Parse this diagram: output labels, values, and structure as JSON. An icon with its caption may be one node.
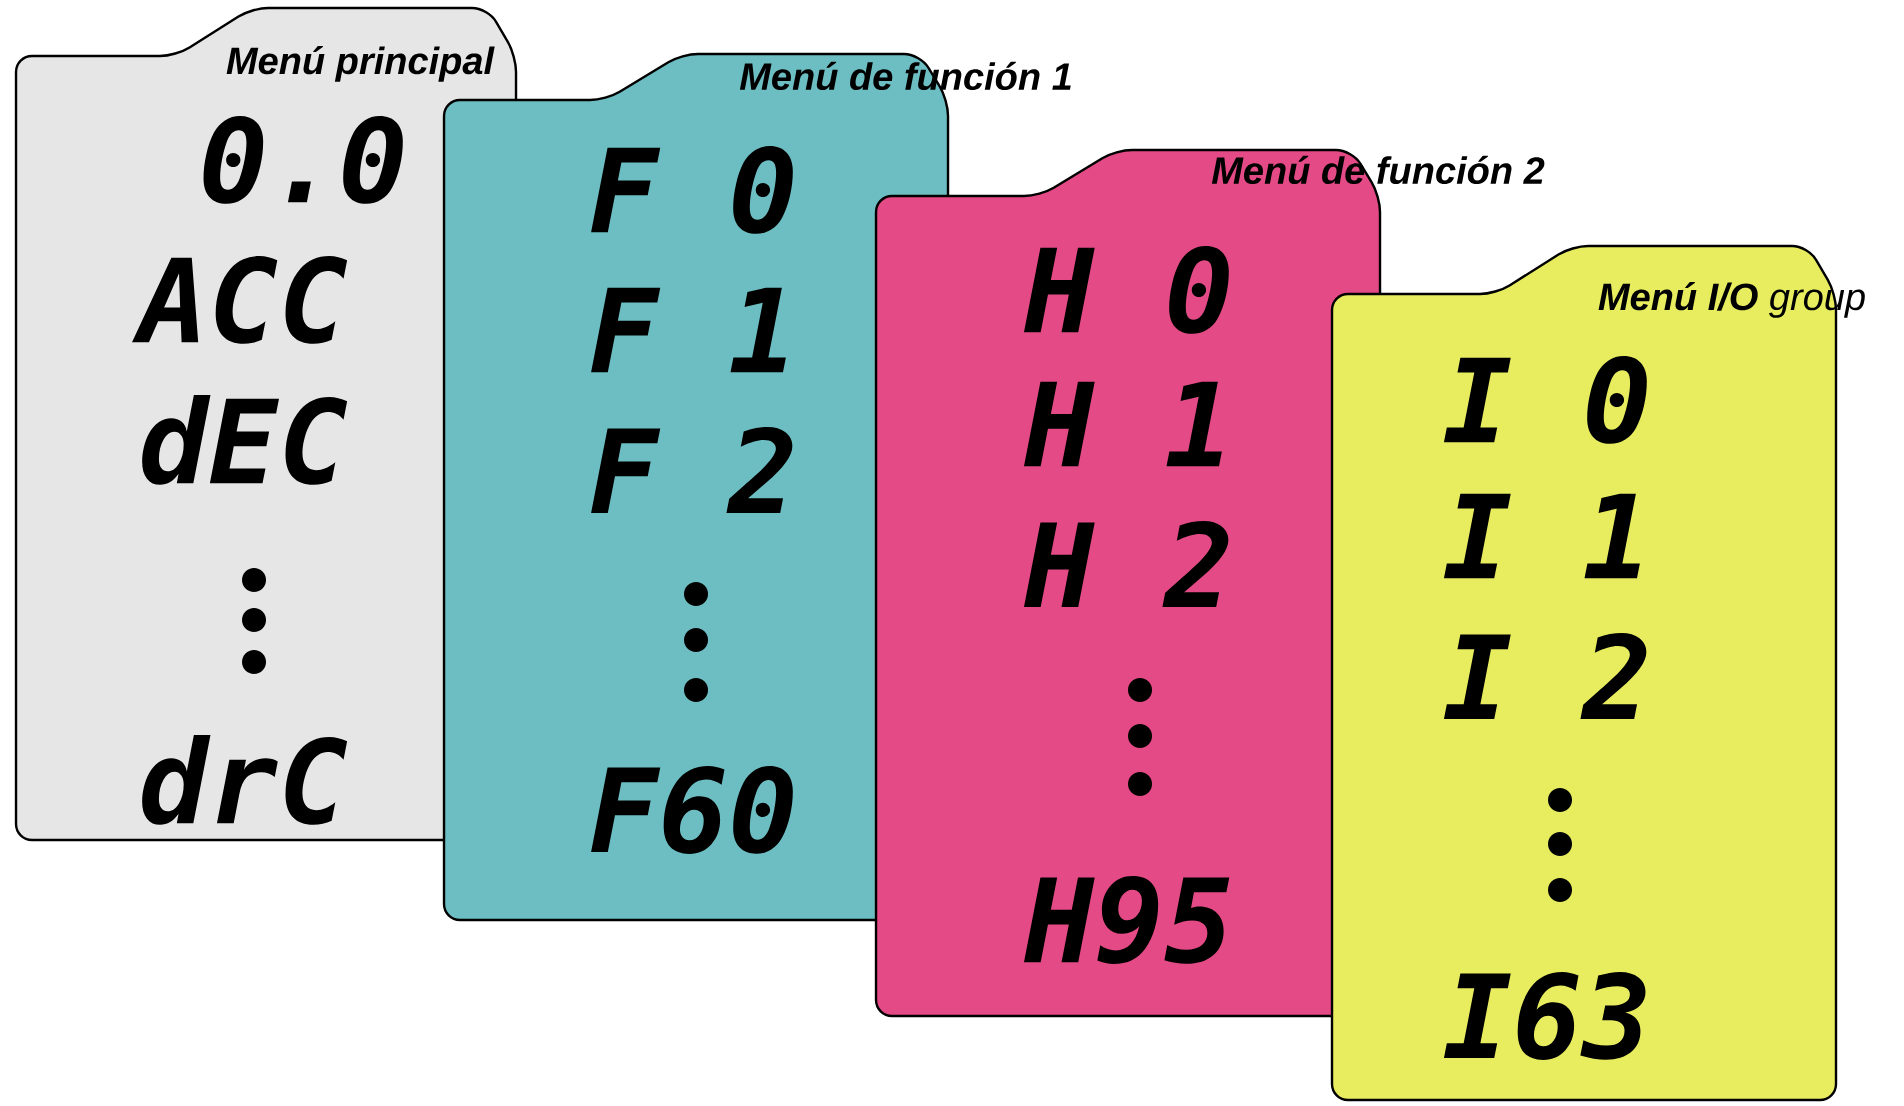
{
  "diagram": {
    "nodes": [
      {
        "text": [
          "Menú principal",
          "0.0",
          "ACC",
          "dEC",
          "drC"
        ]
      },
      {
        "text": [
          "Menú de función 1",
          "F 0",
          "F 1",
          "F 2",
          "F60"
        ]
      },
      {
        "text": [
          "Menú de función 2",
          "H 0",
          "H 1",
          "H 2",
          "H95"
        ]
      },
      {
        "text": [
          "**Menú I/O** group",
          "I 0",
          "I 1",
          "I 2",
          "I63"
        ]
      }
    ]
  }
}
